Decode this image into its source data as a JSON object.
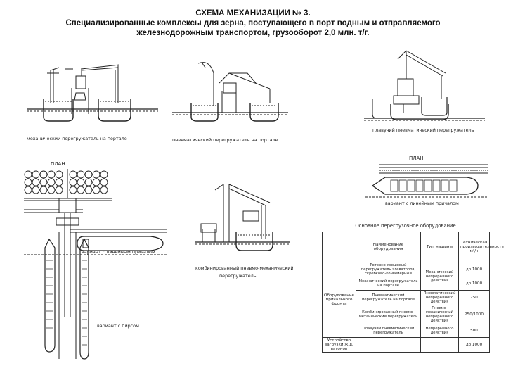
{
  "title": {
    "line1": "СХЕМА МЕХАНИЗАЦИИ № 3.",
    "line2": "Специализированные комплексы для зерна, поступающего в порт водным и отправляемого",
    "line3": "железнодорожным транспортом, грузооборот 2,0 млн. т/г."
  },
  "captions": {
    "portal": "механический перегружатель на портале",
    "pneumatic": "пневматический перегружатель на портале",
    "floating": "плавучий пневматический перегружатель",
    "combined_line1": "комбинированный пневмо-механический",
    "combined_line2": "перегружатель",
    "plan_left": "ПЛАН",
    "plan_right": "ПЛАН",
    "variant_linear_left": "вариант с линейным причалом",
    "variant_pier": "вариант с пирсом",
    "variant_linear_right": "вариант с линейным причалом"
  },
  "table": {
    "caption": "Основное перегрузочное оборудование",
    "headers": [
      "Наименование оборудования",
      "Тип машины",
      "Техническая производительность м³/ч"
    ],
    "group1_label": "Оборудование причального фронта",
    "group2_label": "Устройство загрузки ж.д. вагонов",
    "rows": [
      {
        "name": "Роторно-ковшовый перегружатель элеваторов, скребково-конвейерный",
        "type": "Механический непрерывного действия",
        "capacity": "до 1000"
      },
      {
        "name": "Механический перегружатель на портале",
        "type": "",
        "capacity": "до 1000"
      },
      {
        "name": "Пневматический перегружатель на портале",
        "type": "Пневматический непрерывного действия",
        "capacity": "250"
      },
      {
        "name": "Комбинированный пневмо-механический перегружатель",
        "type": "Пневмо-механический непрерывного действия",
        "capacity": "250/1000"
      },
      {
        "name": "Плавучий пневматический перегружатель",
        "type": "Непрерывного действия",
        "capacity": "500"
      },
      {
        "name": "",
        "type": "",
        "capacity": "до 1000"
      }
    ]
  }
}
